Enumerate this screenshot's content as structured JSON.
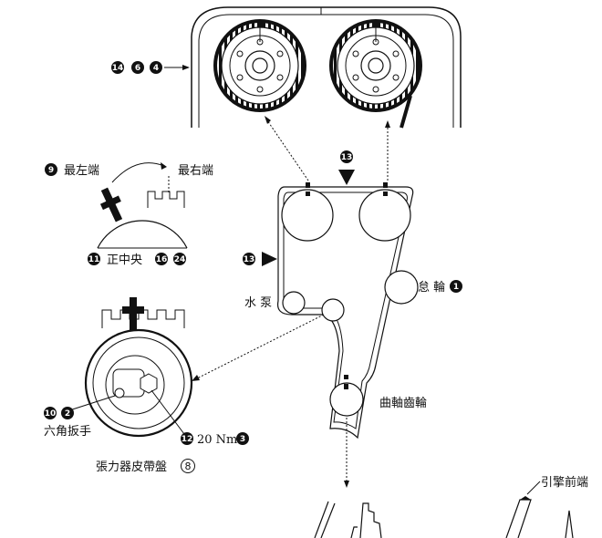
{
  "labels": {
    "leftmost": "最左端",
    "rightmost": "最右端",
    "center": "正中央",
    "idler": "怠 輪",
    "water_pump": "水 泵",
    "crankshaft_gear": "曲軸齒輪",
    "hex_wrench": "六角扳手",
    "torque": "20 Nm",
    "tensioner": "張力器皮帶盤",
    "engine_front": "引擎前端"
  },
  "badges": {
    "top_left": [
      "14",
      "6",
      "4"
    ],
    "leftmost": "9",
    "center_left": "11",
    "center_right": [
      "16",
      "24"
    ],
    "top_arrow": "13",
    "left_arrow": "13",
    "idler": "1",
    "hex_wrench": [
      "10",
      "2"
    ],
    "torque_left": "12",
    "torque_right": "3",
    "tensioner_ring": "8"
  },
  "colors": {
    "ink": "#111111",
    "paper": "#ffffff"
  }
}
